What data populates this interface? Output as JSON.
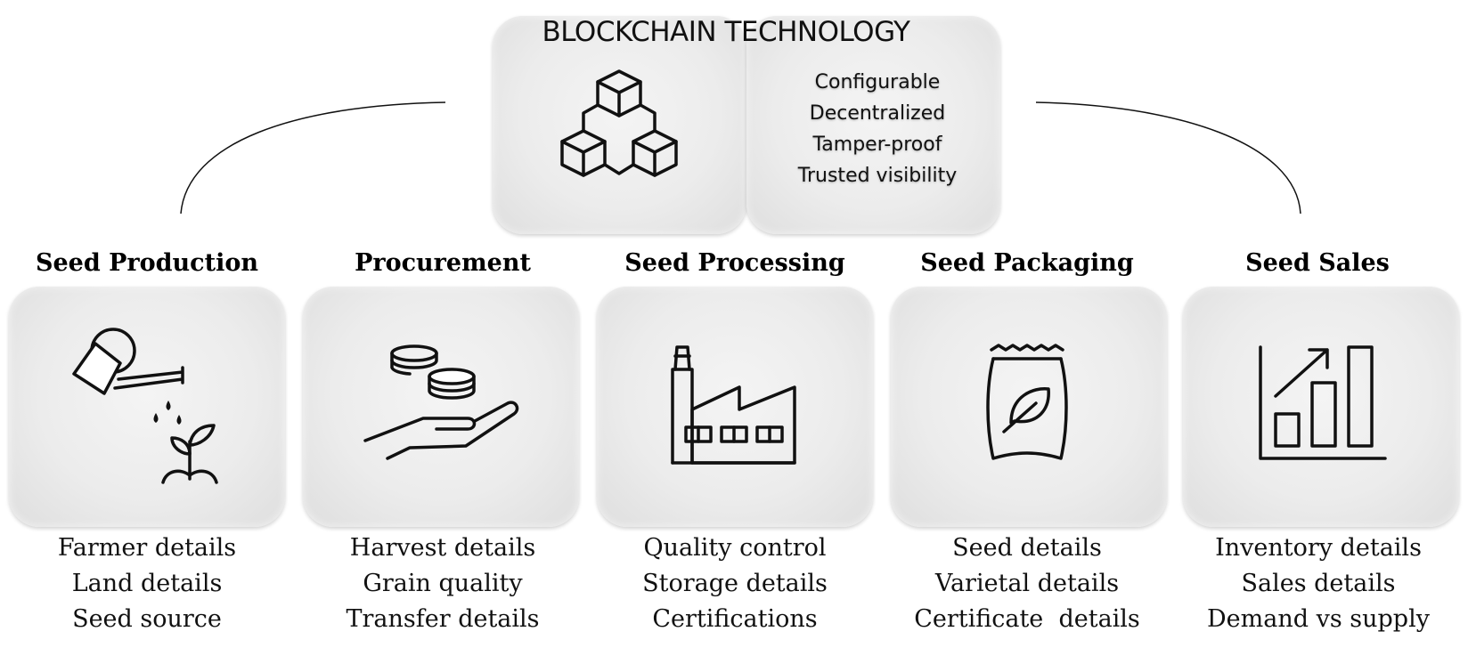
{
  "hub": {
    "title": "BLOCKCHAIN TECHNOLOGY",
    "icon": "blockchain-cubes-icon",
    "features": [
      "Configurable",
      "Decentralized",
      "Tamper-proof",
      "Trusted visibility"
    ]
  },
  "stages": [
    {
      "title": "Seed Production",
      "icon": "watering-can-sprout-icon",
      "details": [
        "Farmer details",
        "Land details",
        "Seed source"
      ]
    },
    {
      "title": "Procurement",
      "icon": "hand-coins-icon",
      "details": [
        "Harvest details",
        "Grain quality",
        "Transfer details"
      ]
    },
    {
      "title": "Seed Processing",
      "icon": "factory-icon",
      "details": [
        "Quality control",
        "Storage details",
        "Certifications"
      ]
    },
    {
      "title": "Seed Packaging",
      "icon": "seed-bag-icon",
      "details": [
        "Seed details",
        "Varietal details",
        "Certificate  details"
      ]
    },
    {
      "title": "Seed Sales",
      "icon": "bar-chart-growth-icon",
      "details": [
        "Inventory details",
        "Sales details",
        "Demand vs supply"
      ]
    }
  ]
}
